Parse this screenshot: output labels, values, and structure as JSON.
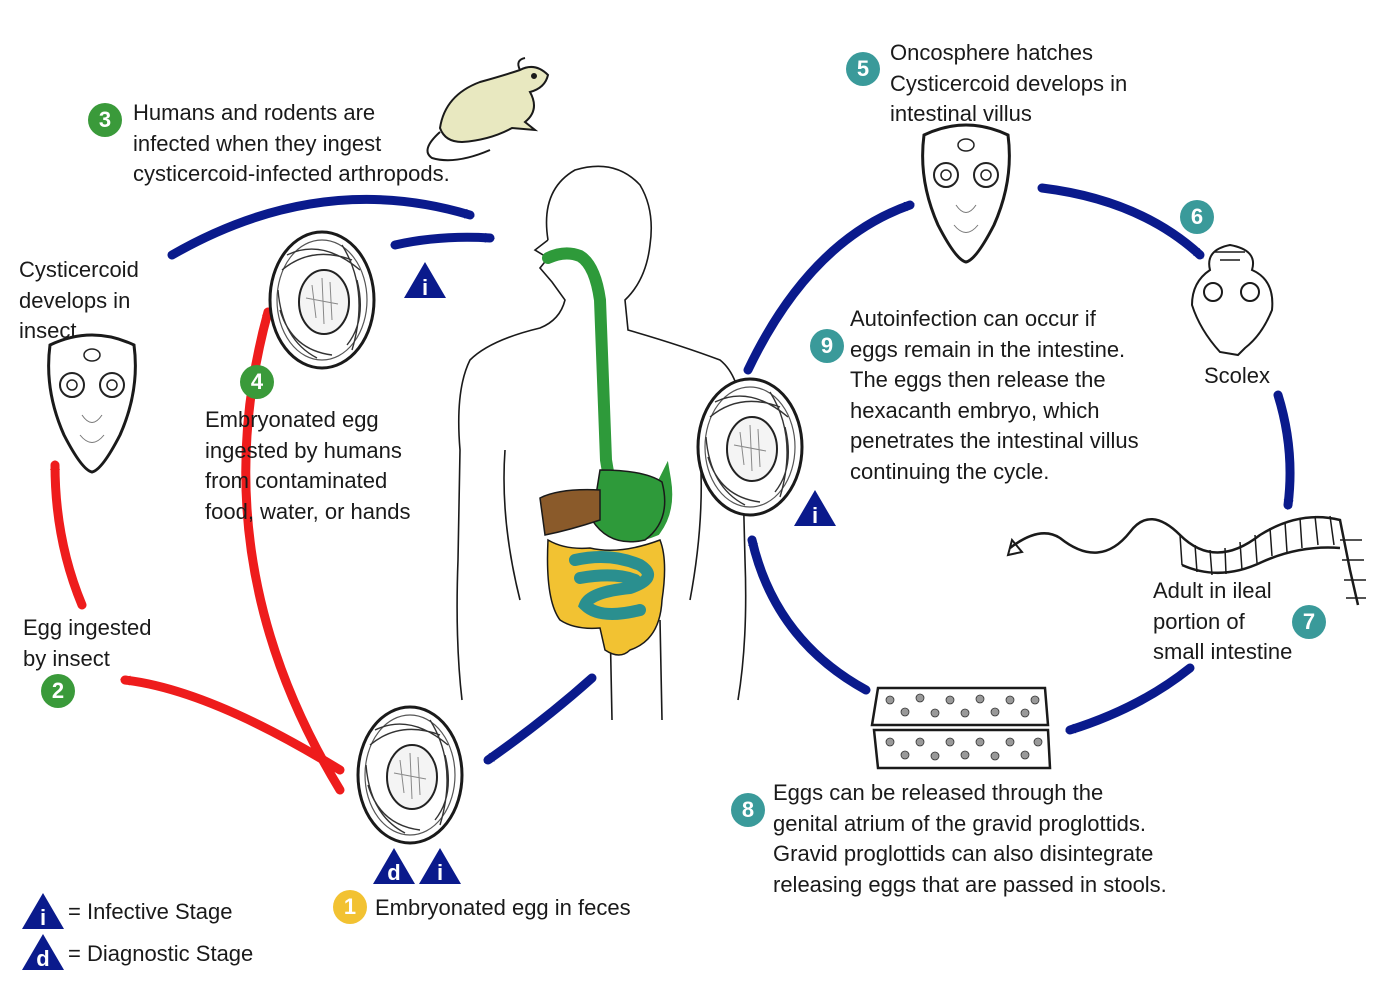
{
  "colors": {
    "green_badge": "#3a9a3a",
    "teal_badge": "#3a9a9a",
    "yellow_badge": "#f2c232",
    "blue_arrow": "#0a1a8c",
    "red_arrow": "#ee1c1c",
    "esophagus": "#2e9a3a",
    "liver": "#8a5a2a",
    "small_intestine": "#2a8f8f",
    "large_intestine": "#f2c232",
    "rodent": "#e8e8c0"
  },
  "steps": [
    {
      "num": "1",
      "color": "yellow",
      "lines": [
        "Embryonated egg in feces"
      ]
    },
    {
      "num": "2",
      "color": "green",
      "lines": [
        "Egg ingested",
        "by insect"
      ]
    },
    {
      "num": "3",
      "color": "green",
      "lines": [
        "Humans and rodents are",
        "infected when they ingest",
        "cysticercoid-infected arthropods."
      ]
    },
    {
      "num": "4",
      "color": "green",
      "lines": [
        "Embryonated egg",
        "ingested by humans",
        "from contaminated",
        "food, water, or hands"
      ]
    },
    {
      "num": "5",
      "color": "teal",
      "lines": [
        "Oncosphere hatches",
        "Cysticercoid develops in",
        "intestinal villus"
      ]
    },
    {
      "num": "6",
      "color": "teal",
      "lines": []
    },
    {
      "num": "7",
      "color": "teal",
      "lines": [
        "Adult in ileal",
        "portion of",
        "small intestine"
      ]
    },
    {
      "num": "8",
      "color": "teal",
      "lines": [
        "Eggs can be released through the",
        "genital atrium of the gravid proglottids.",
        "Gravid proglottids can also disintegrate",
        "releasing eggs that are passed in stools."
      ]
    },
    {
      "num": "9",
      "color": "teal",
      "lines": [
        "Autoinfection can occur if",
        "eggs remain in the intestine.",
        "The eggs then release the",
        "hexacanth embryo, which",
        "penetrates the intestinal villus",
        "continuing the cycle."
      ]
    }
  ],
  "cysticercoid_label": [
    "Cysticercoid",
    "develops in",
    "insect"
  ],
  "scolex_label": "Scolex",
  "stage_marks": {
    "infective": "i",
    "diagnostic": "d"
  },
  "legend": [
    {
      "symbol": "i",
      "label": "= Infective Stage"
    },
    {
      "symbol": "d",
      "label": "= Diagnostic Stage"
    }
  ]
}
